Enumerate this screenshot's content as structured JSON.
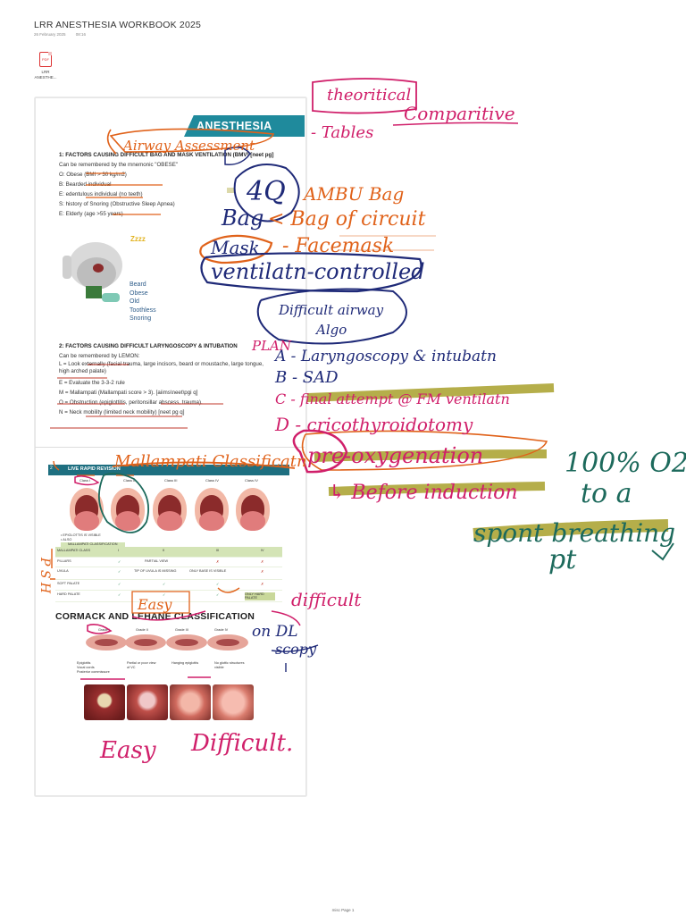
{
  "header": {
    "title": "LRR ANESTHESIA WORKBOOK 2025",
    "date": "26 February 2025",
    "time": "08:16"
  },
  "attachment": {
    "icon": "pdf-icon",
    "icon_text": "PDF",
    "label_line1": "LRR",
    "label_line2": "ANESTHE..."
  },
  "document": {
    "banner": "ANESTHESIA",
    "section1": {
      "heading": "1: FACTORS CAUSING DIFFICULT BAG AND MASK VENTILATION (BMV) [neet pg]",
      "intro": "Can be remembered by the mnemonic \"OBESE\"",
      "items": [
        "O: Obese (BMI > 30 kg/m2)",
        "B: Bearded individual",
        "E: edentulous individual (no teeth)",
        "S: history of Snoring (Obstructive Sleep Apnea)",
        "E: Elderly (age >55 years)"
      ],
      "mnemonic_letters": [
        "Beard",
        "Obese",
        "Old",
        "Toothless",
        "Snoring"
      ],
      "sleep_text": "Zzzz"
    },
    "section2": {
      "heading": "2: FACTORS CAUSING DIFFICULT LARYNGOSCOPY & INTUBATION",
      "intro": "Can be remembered by LEMON:",
      "items": [
        "L = Look externally (facial trauma, large incisors, beard or moustache, large tongue, high arched palate)",
        "E = Evaluate the 3-3-2 rule",
        "M = Mallampati (Mallampati score > 3). [aiims\\neet\\pgi q]",
        "O = Obstruction (epiglottitis, peritonsillar abscess, trauma).",
        "N = Neck mobility (limited neck mobility) [neet pg q]"
      ]
    },
    "revision": {
      "page_num": "2",
      "banner": "LIVE RAPID REVISION",
      "classes": [
        "Class I",
        "Class II",
        "Class III",
        "Class IV",
        "Class IV"
      ],
      "bullets": [
        "EPIGLOTTIS IS VISIBLE",
        "ALSO",
        "MALLAMPATI CLASSIFICATION"
      ],
      "table_header": [
        "MALLAMPATI CLASS",
        "I",
        "II",
        "III",
        "IV"
      ],
      "table_rows": [
        {
          "label": "PILLARS",
          "c1": "✓",
          "c2": "PARTIAL VIEW",
          "c3": "✗",
          "c4": "✗"
        },
        {
          "label": "UVULA",
          "c1": "✓",
          "c2": "TIP OF UVULA IS MISSING",
          "c3": "ONLY BASE IS VISIBLE",
          "c4": "✗"
        },
        {
          "label": "SOFT PALATE",
          "c1": "✓",
          "c2": "✓",
          "c3": "✓",
          "c4": "✗"
        },
        {
          "label": "HARD PALATE",
          "c1": "✓",
          "c2": "✓",
          "c3": "✓",
          "c4": "ONLY HARD PALATE"
        }
      ]
    },
    "cormack": {
      "title": "CORMACK AND LEHANE CLASSIFICATION",
      "grades": [
        "Grade I",
        "Grade II",
        "Grade III",
        "Grade IV"
      ],
      "desc": [
        [
          "Epiglottis",
          "Vocal cords",
          "Posterior commissure"
        ],
        [
          "Partial or poor view of VC"
        ],
        [
          "Hanging epiglottis"
        ],
        [
          "No glottic structures visible"
        ]
      ]
    }
  },
  "annotations": {
    "theoritical": "theoritical",
    "comparitive": "Comparitive",
    "tables": "- Tables",
    "airway_assessment": "Airway Assessment",
    "four_q": "4Q",
    "ambu_bag": "AMBU Bag",
    "bag": "Bag",
    "bag_of_circuit": "< Bag of circuit",
    "mask": "Mask",
    "facemask": "- Facemask",
    "ventilation": "ventilatn-controlled",
    "difficult_airway": "Difficult airway",
    "algo": "Algo",
    "plan": "PLAN",
    "plan_a": "A - Laryngoscopy & intubatn",
    "plan_b": "B - SAD",
    "plan_c": "C - final attempt @ FM ventilatn",
    "plan_d": "D - cricothyroidotomy",
    "preoxygenation": "pre-oxygenation",
    "before_induction": "↳ Before induction",
    "o2_line1": "100% O2",
    "o2_line2": "to a",
    "spont_breathing": "spont breathing",
    "pt": "pt",
    "mallampati": "Mallampati Classificatn",
    "psh": "P S H",
    "easy1": "Easy",
    "difficult1": "difficult",
    "on_dl": "on DL",
    "scopy": "scopy",
    "easy2": "Easy",
    "difficult2": "Difficult."
  },
  "footer": {
    "page_label": "misc Page 1"
  },
  "colors": {
    "ink_orange": "#e0621a",
    "ink_magenta": "#d01f6a",
    "ink_navy": "#1f2a78",
    "ink_green": "#1d6a5c",
    "highlighter": "#a8a02a",
    "banner_teal": "#1f8a9c"
  }
}
